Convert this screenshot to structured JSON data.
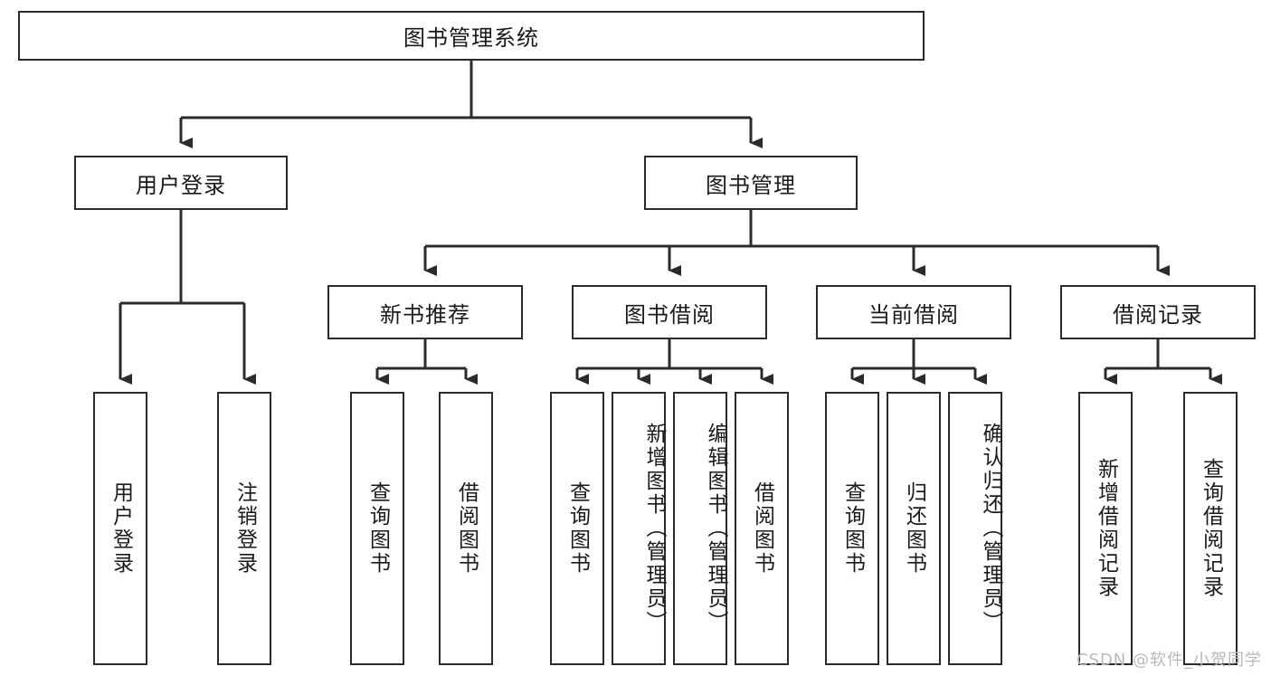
{
  "diagram": {
    "type": "tree-hierarchy",
    "title": "图书管理系统",
    "watermark": "CSDN @软件_小贺同学",
    "colors": {
      "stroke": "#2b2b2b",
      "fill": "#ffffff",
      "text": "#1a1a1a",
      "watermark": "#b9b9b9"
    },
    "levels": [
      {
        "name": "root",
        "count": 1
      },
      {
        "name": "modules",
        "count": 2
      },
      {
        "name": "submodules",
        "count": 4
      },
      {
        "name": "functions",
        "count": 13
      }
    ],
    "nodes": {
      "root": {
        "label": "图书管理系统",
        "orientation": "horizontal"
      },
      "level1": [
        {
          "id": "user-login",
          "label": "用户登录",
          "orientation": "horizontal"
        },
        {
          "id": "book-management",
          "label": "图书管理",
          "orientation": "horizontal"
        }
      ],
      "level2": [
        {
          "id": "new-book-recommend",
          "label": "新书推荐",
          "orientation": "horizontal",
          "parent": "book-management"
        },
        {
          "id": "book-borrow",
          "label": "图书借阅",
          "orientation": "horizontal",
          "parent": "book-management"
        },
        {
          "id": "current-borrow",
          "label": "当前借阅",
          "orientation": "horizontal",
          "parent": "book-management"
        },
        {
          "id": "borrow-record",
          "label": "借阅记录",
          "orientation": "horizontal",
          "parent": "book-management"
        }
      ],
      "leaves": [
        {
          "id": "leaf-user-login",
          "label": "用户登录",
          "parent": "user-login",
          "orientation": "vertical"
        },
        {
          "id": "leaf-user-logout",
          "label": "注销登录",
          "parent": "user-login",
          "orientation": "vertical"
        },
        {
          "id": "leaf-query-book-1",
          "label": "查询图书",
          "parent": "new-book-recommend",
          "orientation": "vertical"
        },
        {
          "id": "leaf-borrow-book-1",
          "label": "借阅图书",
          "parent": "new-book-recommend",
          "orientation": "vertical"
        },
        {
          "id": "leaf-query-book-2",
          "label": "查询图书",
          "parent": "book-borrow",
          "orientation": "vertical"
        },
        {
          "id": "leaf-add-book",
          "label": "新增图书（管理员）",
          "parent": "book-borrow",
          "orientation": "vertical"
        },
        {
          "id": "leaf-edit-book",
          "label": "编辑图书（管理员）",
          "parent": "book-borrow",
          "orientation": "vertical"
        },
        {
          "id": "leaf-borrow-book-2",
          "label": "借阅图书",
          "parent": "book-borrow",
          "orientation": "vertical"
        },
        {
          "id": "leaf-query-book-3",
          "label": "查询图书",
          "parent": "current-borrow",
          "orientation": "vertical"
        },
        {
          "id": "leaf-return-book",
          "label": "归还图书",
          "parent": "current-borrow",
          "orientation": "vertical"
        },
        {
          "id": "leaf-confirm-return",
          "label": "确认归还（管理员）",
          "parent": "current-borrow",
          "orientation": "vertical"
        },
        {
          "id": "leaf-add-record",
          "label": "新增借阅记录",
          "parent": "borrow-record",
          "orientation": "vertical"
        },
        {
          "id": "leaf-query-record",
          "label": "查询借阅记录",
          "parent": "borrow-record",
          "orientation": "vertical"
        }
      ]
    }
  }
}
